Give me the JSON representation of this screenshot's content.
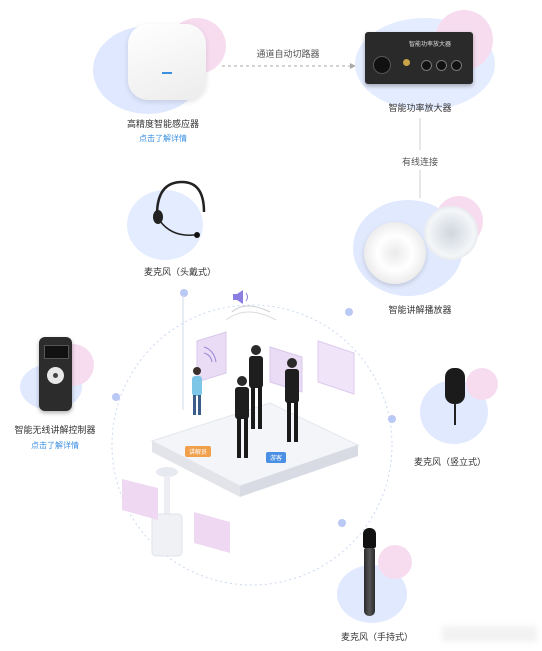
{
  "devices": {
    "sensor": {
      "label": "高精度智能感应器",
      "link": "点击了解详情"
    },
    "amplifier": {
      "label": "智能功率放大器",
      "panel_text": "智能功率放大器"
    },
    "player": {
      "label": "智能讲解播放器"
    },
    "headset": {
      "label": "麦克风（头戴式）"
    },
    "controller": {
      "label": "智能无线讲解控制器",
      "link": "点击了解详情"
    },
    "standing_mic": {
      "label": "麦克风（竖立式）"
    },
    "handheld_mic": {
      "label": "麦克风（手持式）"
    }
  },
  "connections": {
    "sensor_to_amp": "通道自动切路器",
    "amp_to_player": "有线连接"
  },
  "scene": {
    "guide_tag": "讲解员",
    "visitor_tag": "游客"
  },
  "colors": {
    "link": "#3a8fe0",
    "blob_blue": "#cfe0ff",
    "blob_pink": "#f7d6ef",
    "guide_tag": "#f0a04b",
    "visitor_tag": "#4a8fe3"
  }
}
